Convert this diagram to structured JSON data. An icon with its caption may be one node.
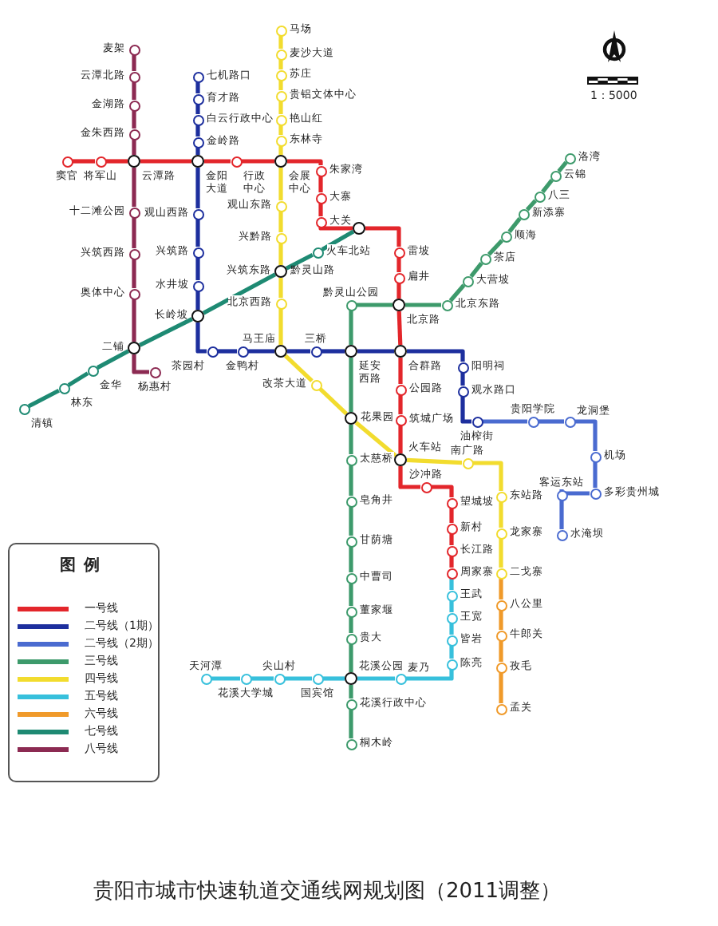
{
  "diagram": {
    "title": "贵阳市城市快速轨道交通线网规划图（2011调整）",
    "nodes": [
      {
        "text": [
          "麦架"
        ]
      },
      {
        "text": [
          "云潭北路"
        ]
      },
      {
        "text": [
          "金湖路"
        ]
      },
      {
        "text": [
          "金朱西路"
        ]
      },
      {
        "text": [
          "云潭路"
        ]
      },
      {
        "text": [
          "十二滩公园"
        ]
      },
      {
        "text": [
          "兴筑西路"
        ]
      },
      {
        "text": [
          "奥体中心"
        ]
      },
      {
        "text": [
          "二铺"
        ]
      },
      {
        "text": [
          "杨惠村"
        ]
      },
      {
        "text": [
          "窦官"
        ]
      },
      {
        "text": [
          "将军山"
        ]
      },
      {
        "text": [
          "金阳大道"
        ]
      },
      {
        "text": [
          "行政中心"
        ]
      },
      {
        "text": [
          "会展中心"
        ]
      },
      {
        "text": [
          "朱家湾"
        ]
      },
      {
        "text": [
          "大寨"
        ]
      },
      {
        "text": [
          "大关"
        ]
      },
      {
        "text": [],
        "shape": "circle"
      },
      {
        "text": [
          "雷坡"
        ]
      },
      {
        "text": [
          "扁井"
        ]
      },
      {
        "text": [
          "北京路"
        ]
      },
      {
        "text": [
          "合群路"
        ]
      },
      {
        "text": [
          "公园路"
        ]
      },
      {
        "text": [
          "筑城广场"
        ]
      },
      {
        "text": [
          "火车站"
        ]
      },
      {
        "text": [
          "沙冲路"
        ]
      },
      {
        "text": [
          "望城坡"
        ]
      },
      {
        "text": [
          "新村"
        ]
      },
      {
        "text": [
          "长江路"
        ]
      },
      {
        "text": [
          "周家寨"
        ]
      },
      {
        "text": [
          "王武"
        ]
      },
      {
        "text": [
          "王宽"
        ]
      },
      {
        "text": [
          "皆岩"
        ]
      },
      {
        "text": [
          "陈亮"
        ]
      },
      {
        "text": [
          "麦乃"
        ]
      },
      {
        "text": [
          "花溪公园"
        ]
      },
      {
        "text": [
          "国宾馆"
        ]
      },
      {
        "text": [
          "尖山村"
        ]
      },
      {
        "text": [
          "花溪大学城"
        ]
      },
      {
        "text": [
          "天河潭"
        ]
      },
      {
        "text": [
          "马场"
        ]
      },
      {
        "text": [
          "麦沙大道"
        ]
      },
      {
        "text": [
          "苏庄"
        ]
      },
      {
        "text": [
          "贵铝文体中心"
        ]
      },
      {
        "text": [
          "艳山红"
        ]
      },
      {
        "text": [
          "东林寺"
        ]
      },
      {
        "text": [
          "观山东路"
        ]
      },
      {
        "text": [
          "兴黔路"
        ]
      },
      {
        "text": [
          "兴筑东路",
          "黔灵山路"
        ]
      },
      {
        "text": [
          "北京西路"
        ]
      },
      {
        "text": [
          "马王庙"
        ]
      },
      {
        "text": [
          "改茶大道"
        ]
      },
      {
        "text": [
          "花果园"
        ]
      },
      {
        "text": [
          "南广路"
        ]
      },
      {
        "text": [
          "东站路"
        ]
      },
      {
        "text": [
          "龙家寨"
        ]
      },
      {
        "text": [
          "二戈寨"
        ]
      },
      {
        "text": [
          "八公里"
        ]
      },
      {
        "text": [
          "牛郎关"
        ]
      },
      {
        "text": [
          "孜毛"
        ]
      },
      {
        "text": [
          "孟关"
        ]
      },
      {
        "text": [
          "七机路口"
        ]
      },
      {
        "text": [
          "育才路"
        ]
      },
      {
        "text": [
          "白云行政中心"
        ]
      },
      {
        "text": [
          "金岭路"
        ]
      },
      {
        "text": [
          "观山西路"
        ]
      },
      {
        "text": [
          "兴筑路"
        ]
      },
      {
        "text": [
          "水井坡"
        ]
      },
      {
        "text": [
          "长岭坡"
        ]
      },
      {
        "text": [
          "茶园村"
        ]
      },
      {
        "text": [
          "金鸭村"
        ]
      },
      {
        "text": [
          "三桥"
        ]
      },
      {
        "text": [
          "延安西路"
        ]
      },
      {
        "text": [
          "阳明祠"
        ]
      },
      {
        "text": [
          "观水路口"
        ]
      },
      {
        "text": [
          "油榨街"
        ]
      },
      {
        "text": [
          "贵阳学院"
        ]
      },
      {
        "text": [
          "龙洞堡"
        ]
      },
      {
        "text": [
          "机场"
        ]
      },
      {
        "text": [
          "多彩贵州城"
        ]
      },
      {
        "text": [
          "客运东站"
        ]
      },
      {
        "text": [
          "水淹坝"
        ]
      },
      {
        "text": [
          "黔灵山公园"
        ]
      },
      {
        "text": [
          "北京东路"
        ]
      },
      {
        "text": [
          "大营坡"
        ]
      },
      {
        "text": [
          "茶店"
        ]
      },
      {
        "text": [
          "顺海"
        ]
      },
      {
        "text": [
          "新添寨"
        ]
      },
      {
        "text": [
          "八三"
        ]
      },
      {
        "text": [
          "云锦"
        ]
      },
      {
        "text": [
          "洛湾"
        ]
      },
      {
        "text": [
          "太慈桥"
        ]
      },
      {
        "text": [
          "皂角井"
        ]
      },
      {
        "text": [
          "甘荫塘"
        ]
      },
      {
        "text": [
          "中曹司"
        ]
      },
      {
        "text": [
          "董家堰"
        ]
      },
      {
        "text": [
          "贵大"
        ]
      },
      {
        "text": [
          "花溪行政中心"
        ]
      },
      {
        "text": [
          "桐木岭"
        ]
      },
      {
        "text": [
          "清镇"
        ]
      },
      {
        "text": [
          "林东"
        ]
      },
      {
        "text": [
          "金华"
        ]
      },
      {
        "text": [
          "火车北站"
        ]
      }
    ],
    "edges": [
      {
        "from": 0,
        "to": 1,
        "arrow": "none",
        "color": "#8c2a52"
      },
      {
        "from": 1,
        "to": 2,
        "arrow": "none",
        "color": "#8c2a52"
      },
      {
        "from": 2,
        "to": 3,
        "arrow": "none",
        "color": "#8c2a52"
      },
      {
        "from": 3,
        "to": 4,
        "arrow": "none",
        "color": "#8c2a52"
      },
      {
        "from": 4,
        "to": 5,
        "arrow": "none",
        "color": "#8c2a52"
      },
      {
        "from": 5,
        "to": 6,
        "arrow": "none",
        "color": "#8c2a52"
      },
      {
        "from": 6,
        "to": 7,
        "arrow": "none",
        "color": "#8c2a52"
      },
      {
        "from": 7,
        "to": 8,
        "arrow": "none",
        "color": "#8c2a52"
      },
      {
        "from": 8,
        "to": 9,
        "arrow": "none",
        "color": "#8c2a52"
      },
      {
        "from": 10,
        "to": 11,
        "arrow": "none",
        "color": "#e3262b"
      },
      {
        "from": 11,
        "to": 4,
        "arrow": "none",
        "color": "#e3262b"
      },
      {
        "from": 4,
        "to": 12,
        "arrow": "none",
        "color": "#e3262b"
      },
      {
        "from": 12,
        "to": 13,
        "arrow": "none",
        "color": "#e3262b"
      },
      {
        "from": 13,
        "to": 14,
        "arrow": "none",
        "color": "#e3262b"
      },
      {
        "from": 14,
        "to": 15,
        "arrow": "none",
        "color": "#e3262b"
      },
      {
        "from": 15,
        "to": 16,
        "arrow": "none",
        "color": "#e3262b"
      },
      {
        "from": 16,
        "to": 17,
        "arrow": "none",
        "color": "#e3262b"
      },
      {
        "from": 17,
        "to": 18,
        "arrow": "none",
        "color": "#e3262b"
      },
      {
        "from": 18,
        "to": 19,
        "arrow": "none",
        "color": "#e3262b"
      },
      {
        "from": 19,
        "to": 20,
        "arrow": "none",
        "color": "#e3262b"
      },
      {
        "from": 20,
        "to": 21,
        "arrow": "none",
        "color": "#e3262b"
      },
      {
        "from": 21,
        "to": 22,
        "arrow": "none",
        "color": "#e3262b"
      },
      {
        "from": 22,
        "to": 23,
        "arrow": "none",
        "color": "#e3262b"
      },
      {
        "from": 23,
        "to": 24,
        "arrow": "none",
        "color": "#e3262b"
      },
      {
        "from": 24,
        "to": 25,
        "arrow": "none",
        "color": "#e3262b"
      },
      {
        "from": 25,
        "to": 26,
        "arrow": "none",
        "color": "#e3262b"
      },
      {
        "from": 26,
        "to": 27,
        "arrow": "none",
        "color": "#e3262b"
      },
      {
        "from": 27,
        "to": 28,
        "arrow": "none",
        "color": "#e3262b"
      },
      {
        "from": 28,
        "to": 29,
        "arrow": "none",
        "color": "#e3262b"
      },
      {
        "from": 29,
        "to": 30,
        "arrow": "none",
        "color": "#e3262b"
      },
      {
        "from": 30,
        "to": 31,
        "arrow": "none",
        "color": "#37c0dc"
      },
      {
        "from": 31,
        "to": 32,
        "arrow": "none",
        "color": "#37c0dc"
      },
      {
        "from": 32,
        "to": 33,
        "arrow": "none",
        "color": "#37c0dc"
      },
      {
        "from": 33,
        "to": 34,
        "arrow": "none",
        "color": "#37c0dc"
      },
      {
        "from": 34,
        "to": 35,
        "arrow": "none",
        "color": "#37c0dc"
      },
      {
        "from": 35,
        "to": 36,
        "arrow": "none",
        "color": "#37c0dc"
      },
      {
        "from": 36,
        "to": 37,
        "arrow": "none",
        "color": "#37c0dc"
      },
      {
        "from": 37,
        "to": 38,
        "arrow": "none",
        "color": "#37c0dc"
      },
      {
        "from": 38,
        "to": 39,
        "arrow": "none",
        "color": "#37c0dc"
      },
      {
        "from": 39,
        "to": 40,
        "arrow": "none",
        "color": "#37c0dc"
      },
      {
        "from": 41,
        "to": 42,
        "arrow": "none",
        "color": "#f2dc2e"
      },
      {
        "from": 42,
        "to": 43,
        "arrow": "none",
        "color": "#f2dc2e"
      },
      {
        "from": 43,
        "to": 44,
        "arrow": "none",
        "color": "#f2dc2e"
      },
      {
        "from": 44,
        "to": 45,
        "arrow": "none",
        "color": "#f2dc2e"
      },
      {
        "from": 45,
        "to": 46,
        "arrow": "none",
        "color": "#f2dc2e"
      },
      {
        "from": 46,
        "to": 14,
        "arrow": "none",
        "color": "#f2dc2e"
      },
      {
        "from": 14,
        "to": 47,
        "arrow": "none",
        "color": "#f2dc2e"
      },
      {
        "from": 47,
        "to": 48,
        "arrow": "none",
        "color": "#f2dc2e"
      },
      {
        "from": 48,
        "to": 49,
        "arrow": "none",
        "color": "#f2dc2e"
      },
      {
        "from": 49,
        "to": 50,
        "arrow": "none",
        "color": "#f2dc2e"
      },
      {
        "from": 50,
        "to": 51,
        "arrow": "none",
        "color": "#f2dc2e"
      },
      {
        "from": 51,
        "to": 52,
        "arrow": "none",
        "color": "#f2dc2e"
      },
      {
        "from": 52,
        "to": 53,
        "arrow": "none",
        "color": "#f2dc2e"
      },
      {
        "from": 53,
        "to": 25,
        "arrow": "none",
        "color": "#f2dc2e"
      },
      {
        "from": 25,
        "to": 54,
        "arrow": "none",
        "color": "#f2dc2e"
      },
      {
        "from": 54,
        "to": 55,
        "arrow": "none",
        "color": "#f2dc2e"
      },
      {
        "from": 55,
        "to": 56,
        "arrow": "none",
        "color": "#f2dc2e"
      },
      {
        "from": 56,
        "to": 57,
        "arrow": "none",
        "color": "#f2dc2e"
      },
      {
        "from": 57,
        "to": 58,
        "arrow": "none",
        "color": "#f09a2a"
      },
      {
        "from": 58,
        "to": 59,
        "arrow": "none",
        "color": "#f09a2a"
      },
      {
        "from": 59,
        "to": 60,
        "arrow": "none",
        "color": "#f09a2a"
      },
      {
        "from": 60,
        "to": 61,
        "arrow": "none",
        "color": "#f09a2a"
      },
      {
        "from": 62,
        "to": 63,
        "arrow": "none",
        "color": "#1d2f9e"
      },
      {
        "from": 63,
        "to": 64,
        "arrow": "none",
        "color": "#1d2f9e"
      },
      {
        "from": 64,
        "to": 65,
        "arrow": "none",
        "color": "#1d2f9e"
      },
      {
        "from": 65,
        "to": 12,
        "arrow": "none",
        "color": "#1d2f9e"
      },
      {
        "from": 12,
        "to": 66,
        "arrow": "none",
        "color": "#1d2f9e"
      },
      {
        "from": 66,
        "to": 67,
        "arrow": "none",
        "color": "#1d2f9e"
      },
      {
        "from": 67,
        "to": 68,
        "arrow": "none",
        "color": "#1d2f9e"
      },
      {
        "from": 68,
        "to": 69,
        "arrow": "none",
        "color": "#1d2f9e"
      },
      {
        "from": 69,
        "to": 70,
        "arrow": "none",
        "color": "#1d2f9e"
      },
      {
        "from": 70,
        "to": 71,
        "arrow": "none",
        "color": "#1d2f9e"
      },
      {
        "from": 71,
        "to": 51,
        "arrow": "none",
        "color": "#1d2f9e"
      },
      {
        "from": 51,
        "to": 72,
        "arrow": "none",
        "color": "#1d2f9e"
      },
      {
        "from": 72,
        "to": 73,
        "arrow": "none",
        "color": "#1d2f9e"
      },
      {
        "from": 73,
        "to": 22,
        "arrow": "none",
        "color": "#1d2f9e"
      },
      {
        "from": 22,
        "to": 74,
        "arrow": "none",
        "color": "#1d2f9e"
      },
      {
        "from": 74,
        "to": 75,
        "arrow": "none",
        "color": "#1d2f9e"
      },
      {
        "from": 75,
        "to": 76,
        "arrow": "none",
        "color": "#1d2f9e"
      },
      {
        "from": 76,
        "to": 77,
        "arrow": "none",
        "color": "#4a6bd0"
      },
      {
        "from": 77,
        "to": 78,
        "arrow": "none",
        "color": "#4a6bd0"
      },
      {
        "from": 78,
        "to": 79,
        "arrow": "none",
        "color": "#4a6bd0"
      },
      {
        "from": 79,
        "to": 80,
        "arrow": "none",
        "color": "#4a6bd0"
      },
      {
        "from": 80,
        "to": 81,
        "arrow": "none",
        "color": "#4a6bd0"
      },
      {
        "from": 81,
        "to": 82,
        "arrow": "none",
        "color": "#4a6bd0"
      },
      {
        "from": 83,
        "to": 21,
        "arrow": "none",
        "color": "#3d9a6b"
      },
      {
        "from": 21,
        "to": 84,
        "arrow": "none",
        "color": "#3d9a6b"
      },
      {
        "from": 84,
        "to": 85,
        "arrow": "none",
        "color": "#3d9a6b"
      },
      {
        "from": 85,
        "to": 86,
        "arrow": "none",
        "color": "#3d9a6b"
      },
      {
        "from": 86,
        "to": 87,
        "arrow": "none",
        "color": "#3d9a6b"
      },
      {
        "from": 87,
        "to": 88,
        "arrow": "none",
        "color": "#3d9a6b"
      },
      {
        "from": 88,
        "to": 89,
        "arrow": "none",
        "color": "#3d9a6b"
      },
      {
        "from": 89,
        "to": 90,
        "arrow": "none",
        "color": "#3d9a6b"
      },
      {
        "from": 90,
        "to": 91,
        "arrow": "none",
        "color": "#3d9a6b"
      },
      {
        "from": 83,
        "to": 73,
        "arrow": "none",
        "color": "#3d9a6b"
      },
      {
        "from": 73,
        "to": 53,
        "arrow": "none",
        "color": "#3d9a6b"
      },
      {
        "from": 53,
        "to": 92,
        "arrow": "none",
        "color": "#3d9a6b"
      },
      {
        "from": 92,
        "to": 93,
        "arrow": "none",
        "color": "#3d9a6b"
      },
      {
        "from": 93,
        "to": 94,
        "arrow": "none",
        "color": "#3d9a6b"
      },
      {
        "from": 94,
        "to": 95,
        "arrow": "none",
        "color": "#3d9a6b"
      },
      {
        "from": 95,
        "to": 96,
        "arrow": "none",
        "color": "#3d9a6b"
      },
      {
        "from": 96,
        "to": 97,
        "arrow": "none",
        "color": "#3d9a6b"
      },
      {
        "from": 97,
        "to": 36,
        "arrow": "none",
        "color": "#3d9a6b"
      },
      {
        "from": 36,
        "to": 98,
        "arrow": "none",
        "color": "#3d9a6b"
      },
      {
        "from": 98,
        "to": 99,
        "arrow": "none",
        "color": "#3d9a6b"
      },
      {
        "from": 100,
        "to": 101,
        "arrow": "none",
        "color": "#1e8a73"
      },
      {
        "from": 101,
        "to": 102,
        "arrow": "none",
        "color": "#1e8a73"
      },
      {
        "from": 102,
        "to": 8,
        "arrow": "none",
        "color": "#1e8a73"
      },
      {
        "from": 8,
        "to": 69,
        "arrow": "none",
        "color": "#1e8a73"
      },
      {
        "from": 69,
        "to": 49,
        "arrow": "none",
        "color": "#1e8a73"
      },
      {
        "from": 49,
        "to": 103,
        "arrow": "none",
        "color": "#1e8a73"
      },
      {
        "from": 103,
        "to": 18,
        "arrow": "none",
        "color": "#1e8a73"
      }
    ],
    "labels": [
      "图例",
      "1：5000"
    ],
    "legend": [
      {
        "text": "一号线",
        "color": "#e3262b"
      },
      {
        "text": "二号线（1期）",
        "color": "#1d2f9e"
      },
      {
        "text": "二号线（2期）",
        "color": "#4a6bd0"
      },
      {
        "text": "三号线",
        "color": "#3d9a6b"
      },
      {
        "text": "四号线",
        "color": "#f2dc2e"
      },
      {
        "text": "五号线",
        "color": "#37c0dc"
      },
      {
        "text": "六号线",
        "color": "#f09a2a"
      },
      {
        "text": "七号线",
        "color": "#1e8a73"
      },
      {
        "text": "八号线",
        "color": "#8c2a52"
      }
    ]
  }
}
